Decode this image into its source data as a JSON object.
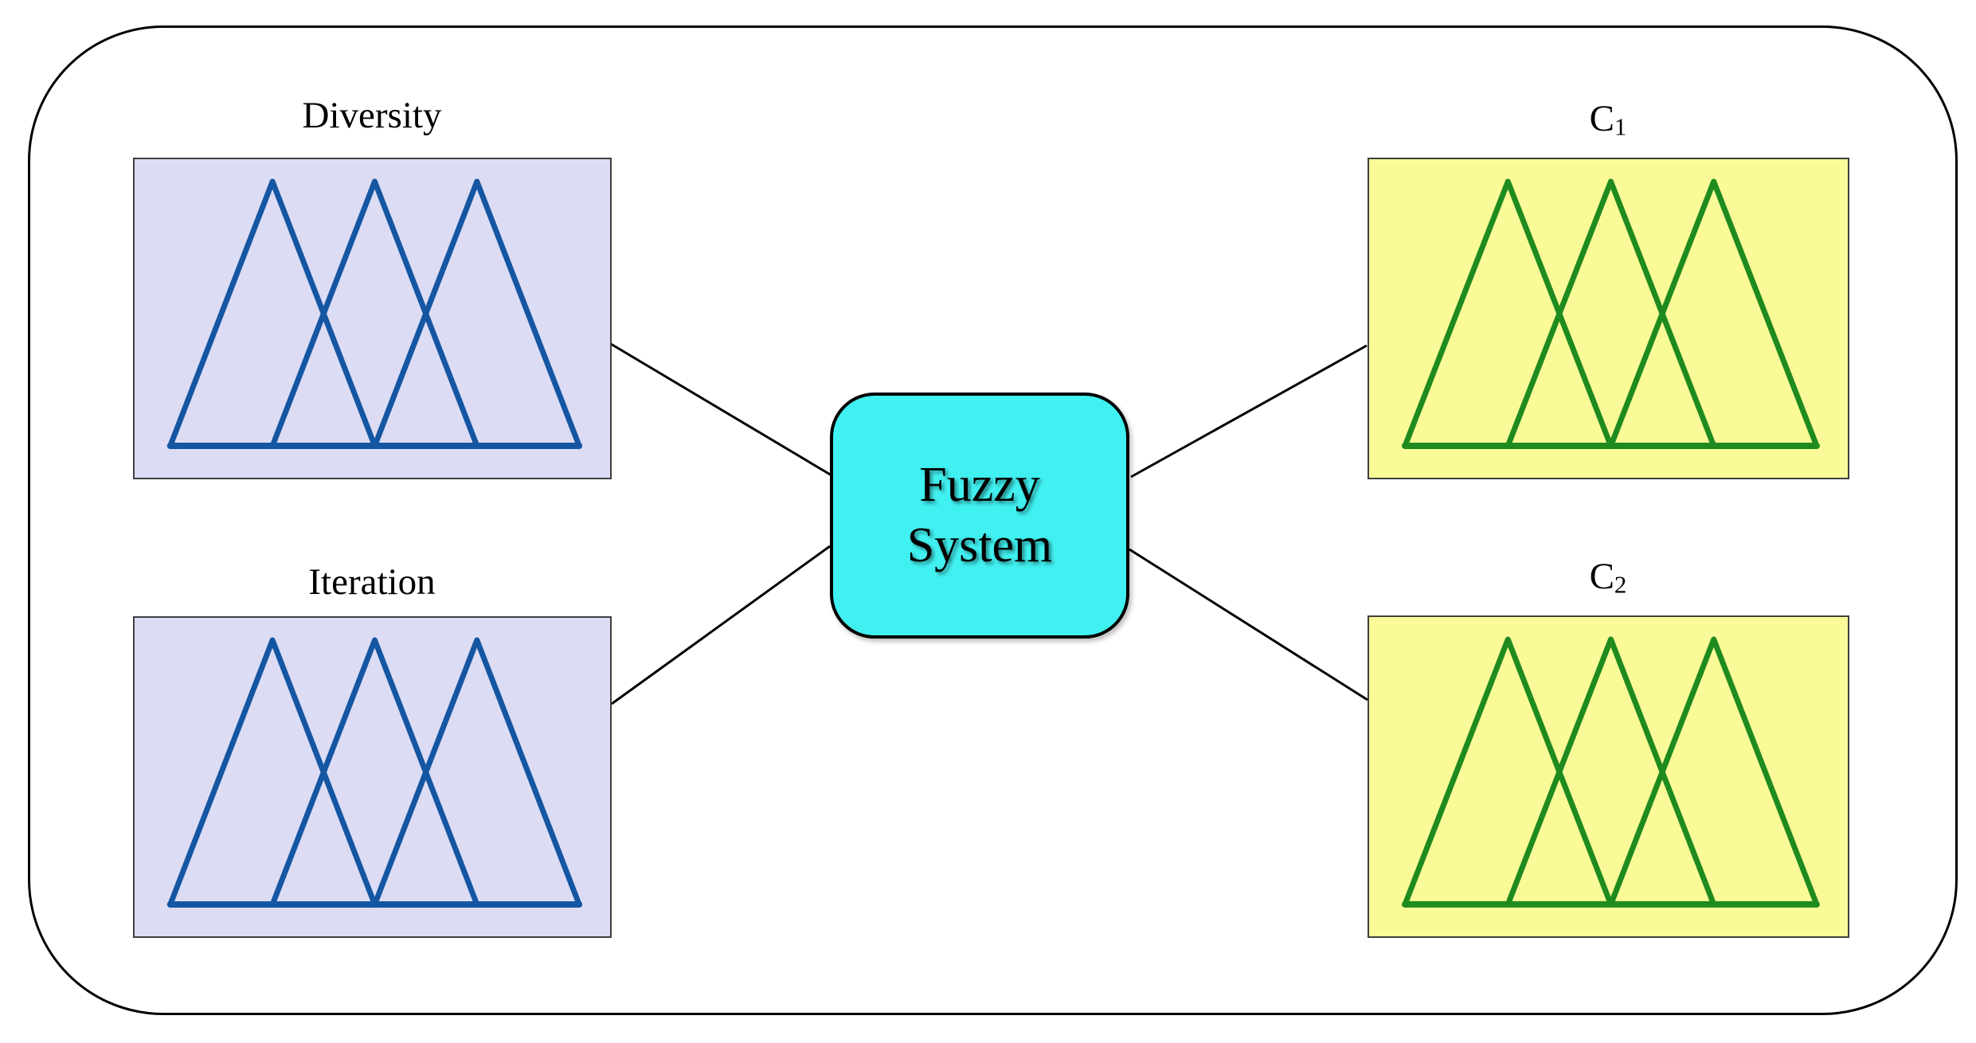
{
  "system_node": {
    "line1": "Fuzzy",
    "line2": "System"
  },
  "input_boxes": [
    {
      "label": "Diversity"
    },
    {
      "label": "Iteration"
    }
  ],
  "output_boxes": [
    {
      "base": "C",
      "sub": "1"
    },
    {
      "base": "C",
      "sub": "2"
    }
  ],
  "membership_functions": {
    "shape": "triangular",
    "count_per_box": 3,
    "overlap": "50%"
  },
  "colors": {
    "input_box_fill": "#dcdcf4",
    "input_mf_stroke": "#1456a2",
    "output_box_fill": "#fafa98",
    "output_mf_stroke": "#1f8b1f",
    "box_border": "#3f3f3f",
    "system_fill": "#41f0f0",
    "connector": "#000000",
    "outer_border": "#000000"
  }
}
